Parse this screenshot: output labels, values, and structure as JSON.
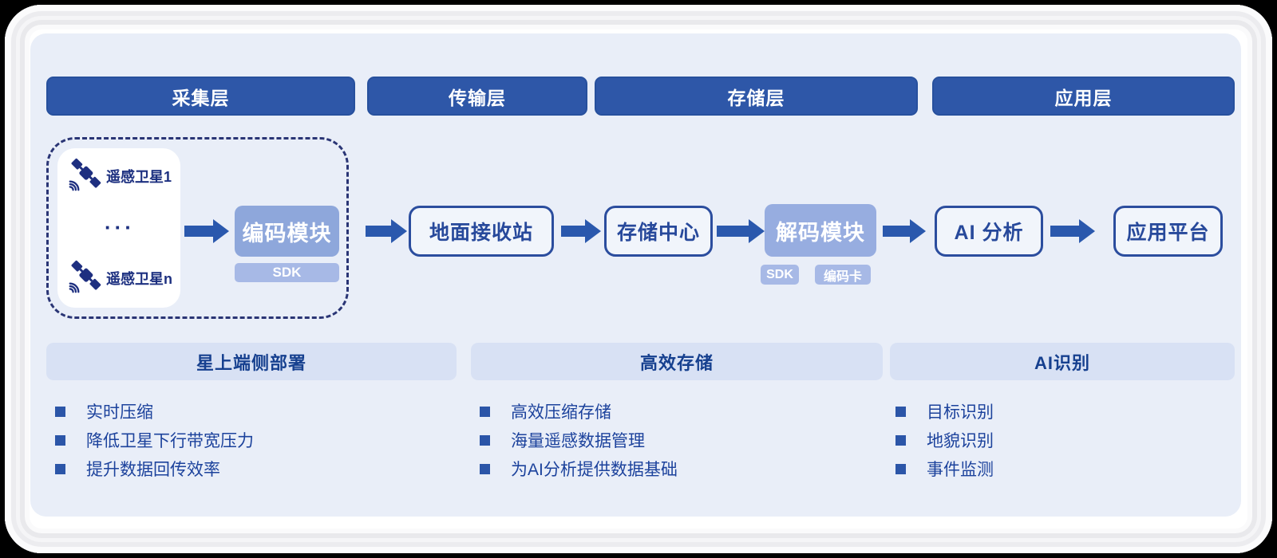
{
  "layers": [
    {
      "label": "采集层"
    },
    {
      "label": "传输层"
    },
    {
      "label": "存储层"
    },
    {
      "label": "应用层"
    }
  ],
  "collection": {
    "satellite_1": "遥感卫星1",
    "ellipsis": "···",
    "satellite_n": "遥感卫星n",
    "encoder": "编码模块",
    "encoder_badge": "SDK"
  },
  "pipeline": {
    "ground_station": "地面接收站",
    "storage_center": "存储中心",
    "decoder": "解码模块",
    "decoder_badge_sdk": "SDK",
    "decoder_badge_card": "编码卡",
    "ai_analysis": "AI 分析",
    "app_platform": "应用平台"
  },
  "features": [
    {
      "title": "星上端侧部署",
      "items": [
        "实时压缩",
        "降低卫星下行带宽压力",
        "提升数据回传效率"
      ]
    },
    {
      "title": "高效存储",
      "items": [
        "高效压缩存储",
        "海量遥感数据管理",
        "为AI分析提供数据基础"
      ]
    },
    {
      "title": "AI识别",
      "items": [
        "目标识别",
        "地貌识别",
        "事件监测"
      ]
    }
  ],
  "colors": {
    "header_bg": "#2e57a8",
    "module_fill": "#8ea7db",
    "badge_fill": "#a7b9e6",
    "outline_border": "#2b4d9e",
    "arrow": "#2a58ad",
    "panel_bg": "#e9eef8",
    "feature_bar_bg": "#d8e1f4",
    "text_navy": "#1c429c"
  }
}
